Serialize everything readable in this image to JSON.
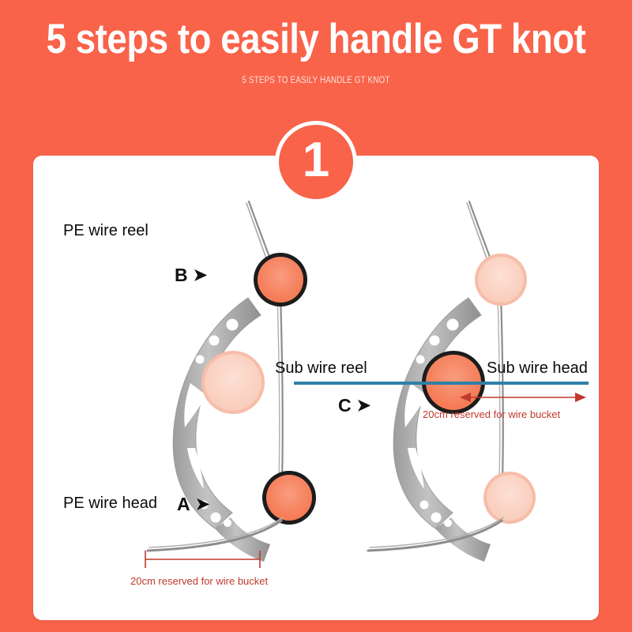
{
  "header": {
    "title": "5 steps to easily handle GT knot",
    "subtitle": "5 STEPS TO EASILY HANDLE GT KNOT",
    "background_color": "#f9634a",
    "title_color": "#ffffff",
    "subtitle_color": "#fde2dc"
  },
  "step": {
    "number": "1",
    "badge_color": "#f9634a",
    "badge_ring_color": "#ffffff"
  },
  "card": {
    "background_color": "#ffffff"
  },
  "diagram": {
    "left": {
      "labels": {
        "reel": "PE wire reel",
        "head": "PE wire head"
      },
      "markers": [
        {
          "letter": "B",
          "arrow": "➤"
        },
        {
          "letter": "A",
          "arrow": "➤"
        }
      ],
      "dimension": {
        "text": "20cm reserved for wire bucket",
        "color": "#c0392b"
      }
    },
    "right": {
      "labels": {
        "reel": "Sub wire reel",
        "head": "Sub wire head"
      },
      "markers": [
        {
          "letter": "C",
          "arrow": "➤"
        }
      ],
      "dimension": {
        "text": "20cm reserved for wire bucket",
        "color": "#c0392b"
      },
      "guide_line_color": "#2e7fa6"
    },
    "colors": {
      "frame_gray": "#a7a7a7",
      "active_circle": "#f58466",
      "inactive_circle": "#fbd2c4",
      "wire_gray": "#8a8a8a"
    }
  }
}
